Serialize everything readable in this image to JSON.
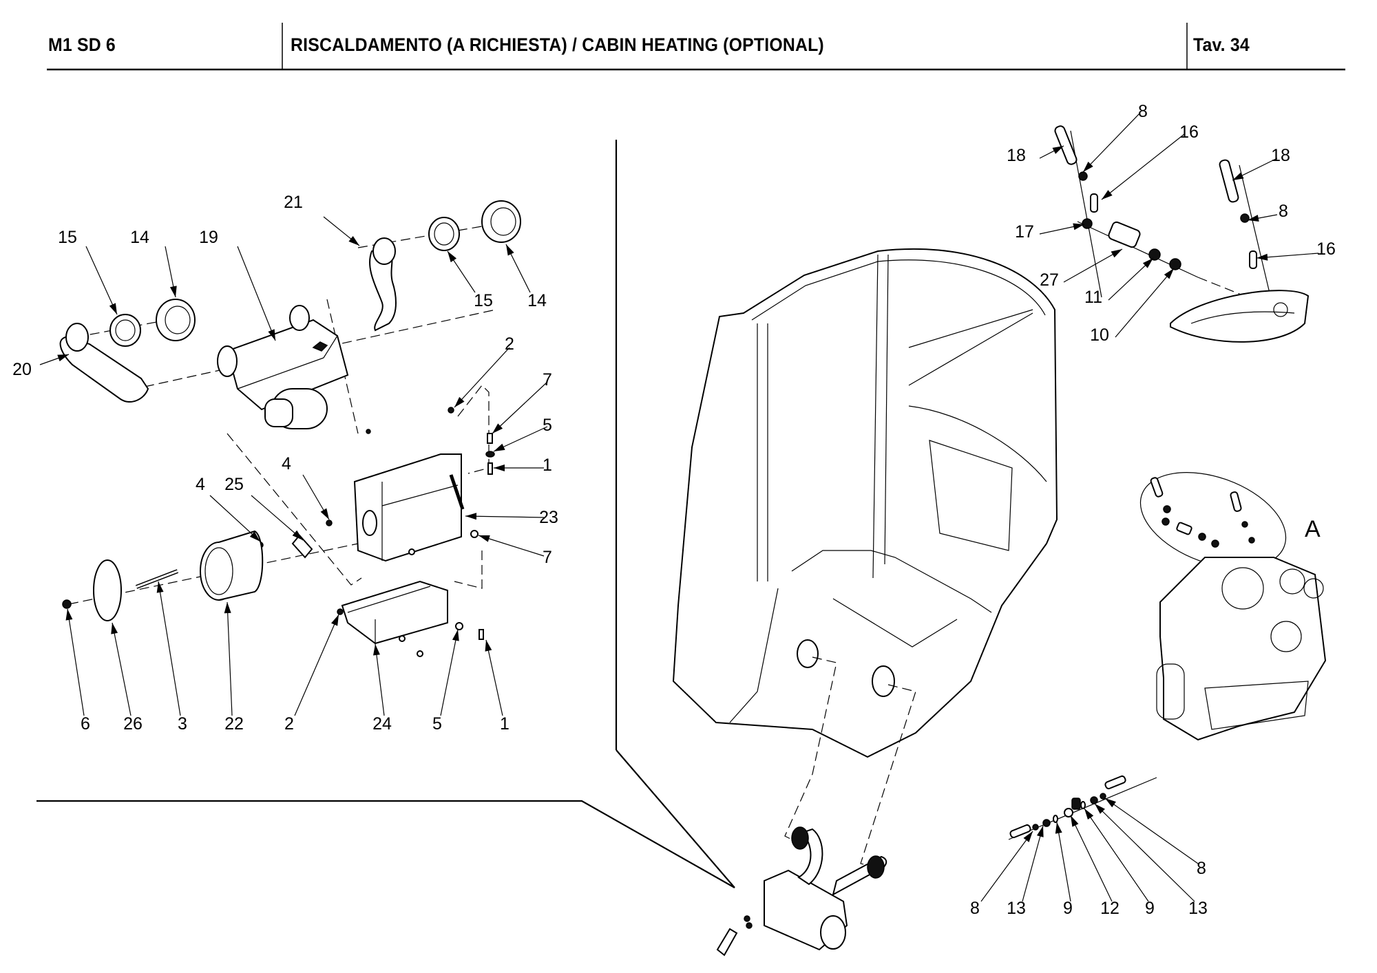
{
  "header": {
    "code": "M1 SD 6",
    "title": "RISCALDAMENTO (A RICHIESTA) / CABIN HEATING (OPTIONAL)",
    "sheet": "Tav.  34"
  },
  "detail_label": "A",
  "views": {
    "heater_exploded": {
      "description": "Exploded view of cabin heater unit",
      "callouts": [
        "21",
        "15",
        "14",
        "19",
        "15",
        "14",
        "20",
        "2",
        "7",
        "5",
        "1",
        "4",
        "25",
        "4",
        "23",
        "7",
        "6",
        "26",
        "3",
        "22",
        "2",
        "24",
        "5",
        "1"
      ]
    },
    "engine_fittings": {
      "description": "Engine coolant fittings",
      "callouts": [
        "8",
        "16",
        "18",
        "18",
        "17",
        "8",
        "27",
        "16",
        "11",
        "10"
      ]
    },
    "valve_line": {
      "description": "Heater valve line",
      "callouts": [
        "8",
        "8",
        "13",
        "9",
        "12",
        "9",
        "13"
      ]
    },
    "cab": {
      "description": "Cab frame with heater location"
    },
    "engine_detail": {
      "description": "Engine detail view",
      "label": "A"
    }
  },
  "parts_referenced": [
    "1",
    "2",
    "3",
    "4",
    "5",
    "6",
    "7",
    "8",
    "9",
    "10",
    "11",
    "12",
    "13",
    "14",
    "15",
    "16",
    "17",
    "18",
    "19",
    "20",
    "21",
    "22",
    "23",
    "24",
    "25",
    "26",
    "27"
  ]
}
